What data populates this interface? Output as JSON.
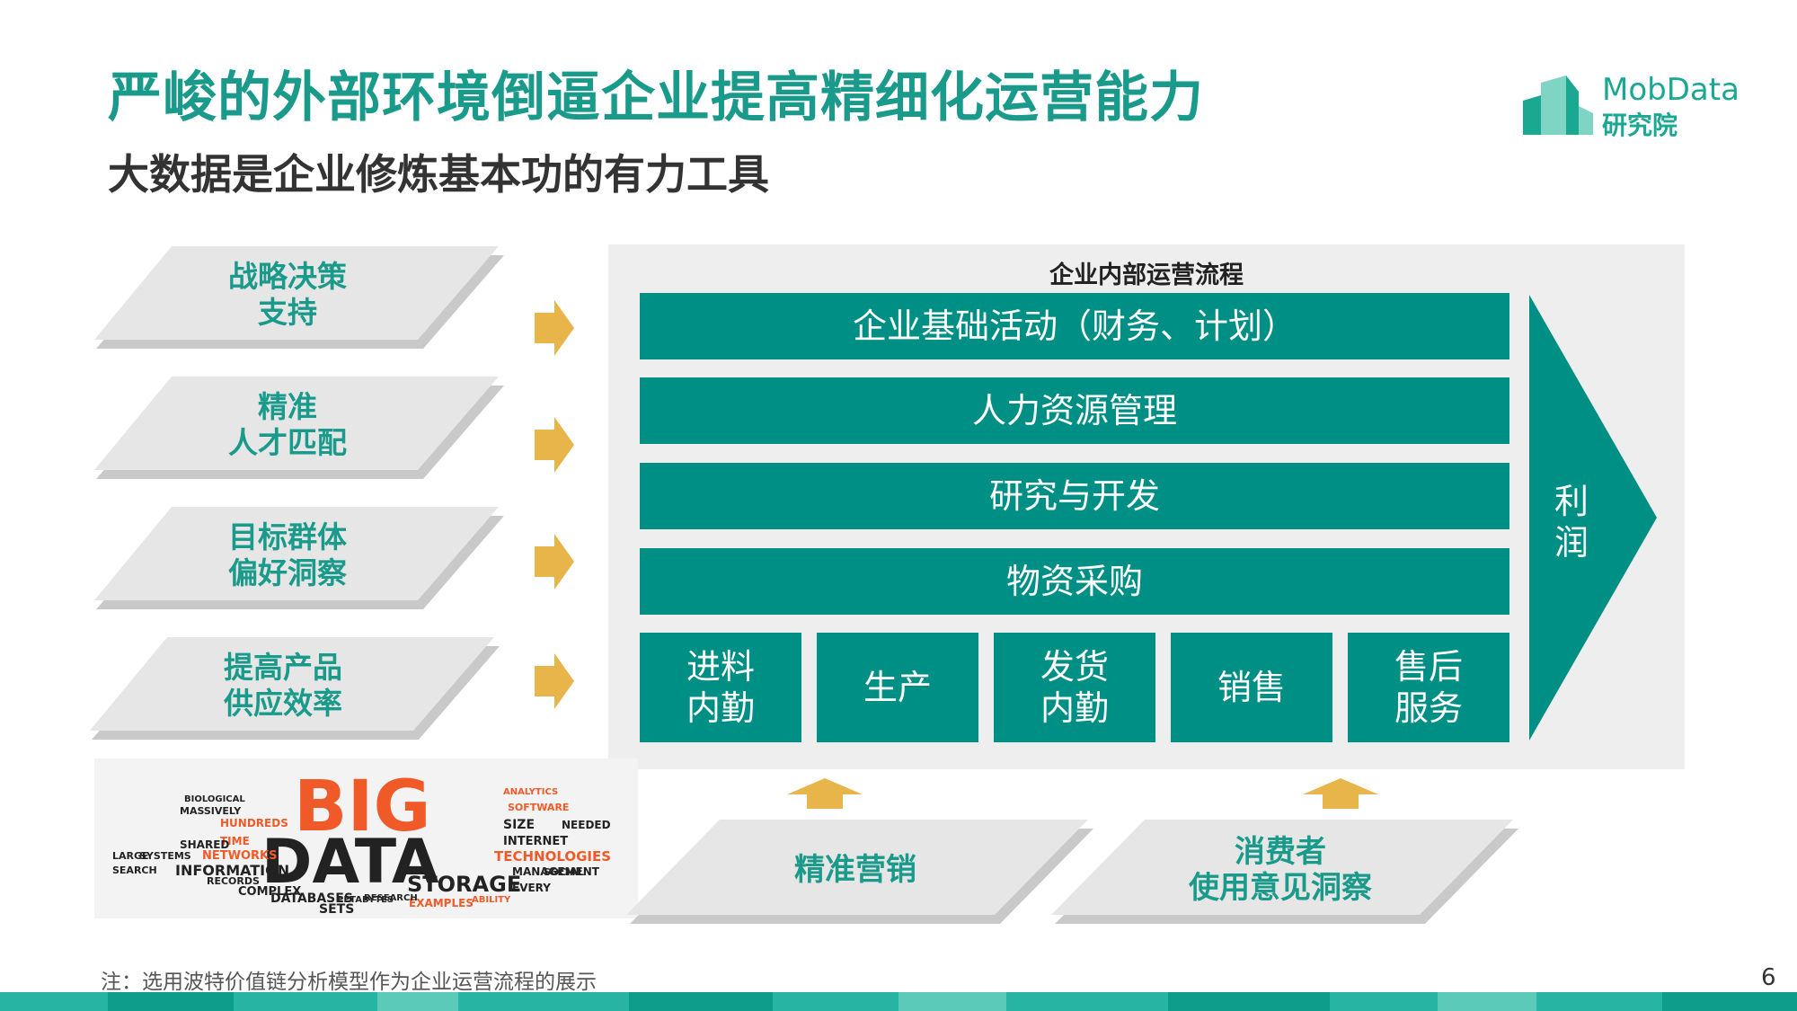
{
  "header": {
    "title": "严峻的外部环境倒逼企业提高精细化运营能力",
    "subtitle": "大数据是企业修炼基本功的有力工具"
  },
  "logo": {
    "name": "MobData",
    "subname": "研究院",
    "color": "#1aa893"
  },
  "left_cards": [
    {
      "line1": "战略决策",
      "line2": "支持"
    },
    {
      "line1": "精准",
      "line2": "人才匹配"
    },
    {
      "line1": "目标群体",
      "line2": "偏好洞察"
    },
    {
      "line1": "提高产品",
      "line2": "供应效率"
    }
  ],
  "process": {
    "title": "企业内部运营流程",
    "bars": [
      "企业基础活动（财务、计划）",
      "人力资源管理",
      "研究与开发",
      "物资采购"
    ],
    "boxes": [
      {
        "line1": "进料",
        "line2": "内勤"
      },
      {
        "line1": "生产",
        "line2": ""
      },
      {
        "line1": "发货",
        "line2": "内勤"
      },
      {
        "line1": "销售",
        "line2": ""
      },
      {
        "line1": "售后",
        "line2": "服务"
      }
    ],
    "profit": {
      "line1": "利",
      "line2": "润"
    }
  },
  "bottom_cards": [
    {
      "line1": "精准营销",
      "line2": ""
    },
    {
      "line1": "消费者",
      "line2": "使用意见洞察"
    }
  ],
  "bigdata_image": {
    "word1": "BIG",
    "word2": "DATA",
    "word3": "STORAGE",
    "small_words": [
      "SOFTWARE",
      "SIZE",
      "NEEDED",
      "INTERNET",
      "TECHNOLOGIES",
      "HUNDREDS",
      "TIME",
      "NETWORKS",
      "INFORMATION",
      "COMPLEX",
      "DATABASES",
      "SETS",
      "SHARED",
      "MANAGEMENT",
      "EVERY",
      "EXAMPLES",
      "SEARCH",
      "RECORDS",
      "ANALYTICS",
      "PETABYTES",
      "LARGE",
      "SOCIAL",
      "ABILITY",
      "RESEARCH",
      "SYSTEMS",
      "MASSIVELY",
      "BIOLOGICAL"
    ]
  },
  "footer": {
    "note": "注：选用波特价值链分析模型作为企业运营流程的展示",
    "page": "6"
  },
  "colors": {
    "teal": "#008f85",
    "title_green": "#1a9a8a",
    "arrow_gold": "#e8b54a",
    "card_gray": "#e6e6e6",
    "panel_gray": "#eeeeee"
  }
}
